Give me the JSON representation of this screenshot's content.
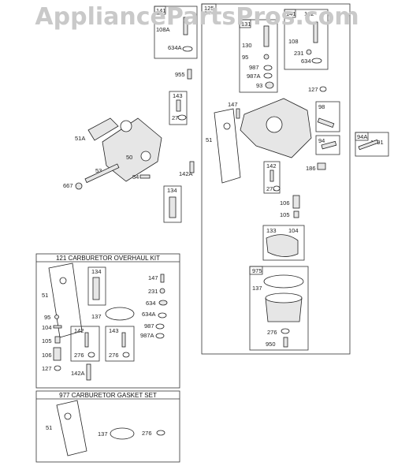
{
  "watermark": "AppliancePartsPros.com",
  "kits": {
    "overhaul_title": "121 CARBURETOR OVERHAUL KIT",
    "gasket_title": "977 CARBURETOR GASKET SET"
  },
  "labels": {
    "l141": "141",
    "l108A": "108A",
    "l634A": "634A",
    "l955": "955",
    "l143": "143",
    "l276a": "276",
    "l51A": "51A",
    "l50": "50",
    "l53": "53",
    "l667": "667",
    "l54": "54",
    "l142A": "142A",
    "l134": "134",
    "l125": "125",
    "l131": "131",
    "l130": "130",
    "l95": "95",
    "l987": "987",
    "l987A": "987A",
    "l93": "93",
    "l141b": "141",
    "l122": "122",
    "l108": "108",
    "l231": "231",
    "l634": "634",
    "l127": "127",
    "l147": "147",
    "l51": "51",
    "l98": "98",
    "l94": "94",
    "l94A": "94A",
    "l1091": "1091",
    "l186": "186",
    "l142": "142",
    "l276b": "276",
    "l106": "106",
    "l105": "105",
    "l133": "133",
    "l104": "104",
    "l975": "975",
    "l137": "137",
    "l276c": "276",
    "l950": "950",
    "k_51": "51",
    "k_134": "134",
    "k_147": "147",
    "k_231": "231",
    "k_634": "634",
    "k_634A": "634A",
    "k_137": "137",
    "k_987": "987",
    "k_987A": "987A",
    "k_95": "95",
    "k_104": "104",
    "k_105": "105",
    "k_106": "106",
    "k_127": "127",
    "k_142": "142",
    "k_276a": "276",
    "k_143": "143",
    "k_276b": "276",
    "k_142A": "142A",
    "g_51": "51",
    "g_137": "137",
    "g_276": "276"
  }
}
